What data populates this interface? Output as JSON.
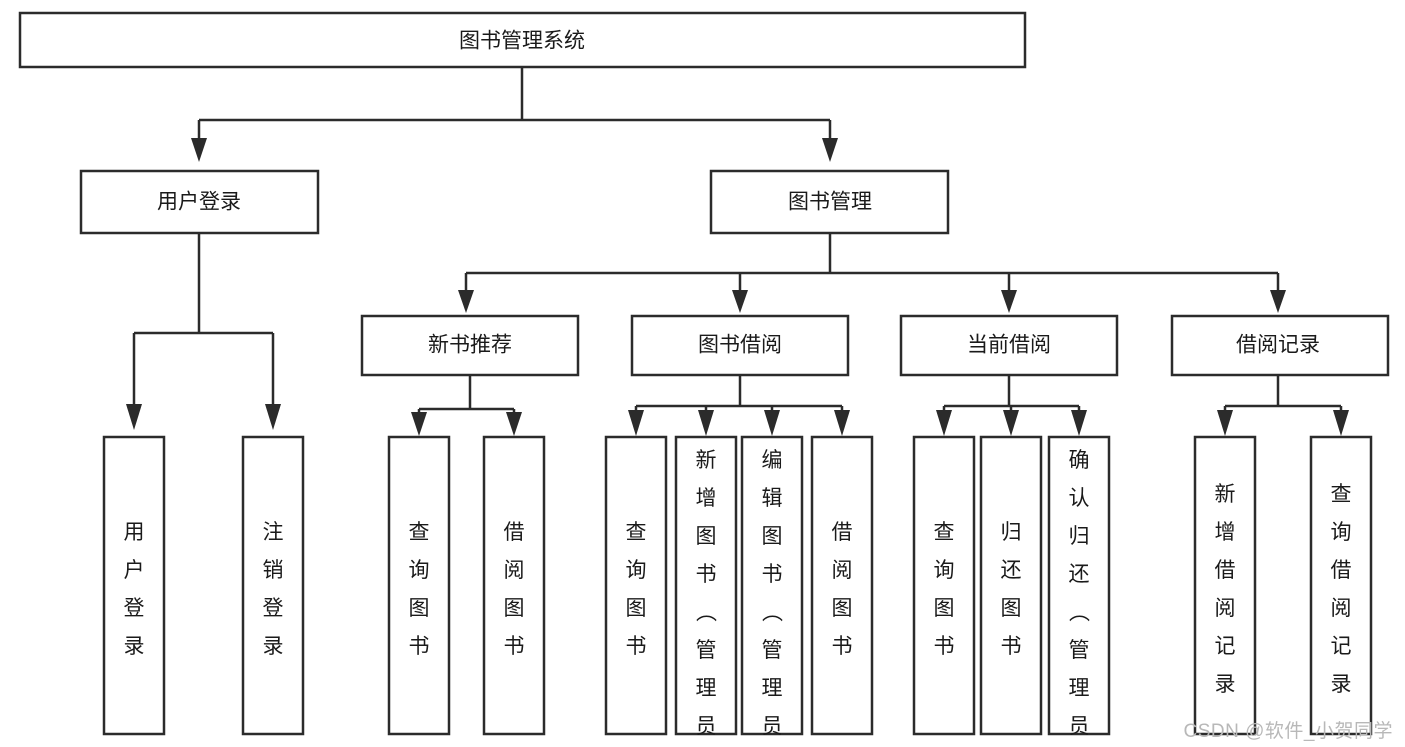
{
  "diagram": {
    "title": "图书管理系统",
    "type": "tree-hierarchy-diagram",
    "colors": {
      "box_stroke": "#2b2b2b",
      "box_fill": "#ffffff",
      "connector": "#2b2b2b",
      "text": "#1a1a1a",
      "watermark": "#b8b8b8",
      "background": "#ffffff"
    },
    "root": {
      "label": "图书管理系统"
    },
    "level2": [
      {
        "label": "用户登录"
      },
      {
        "label": "图书管理"
      }
    ],
    "level3": [
      {
        "label": "新书推荐"
      },
      {
        "label": "图书借阅"
      },
      {
        "label": "当前借阅"
      },
      {
        "label": "借阅记录"
      }
    ],
    "leaves": {
      "user_login": [
        {
          "label": "用户登录"
        },
        {
          "label": "注销登录"
        }
      ],
      "new_book_recommend": [
        {
          "label": "查询图书"
        },
        {
          "label": "借阅图书"
        }
      ],
      "book_borrow": [
        {
          "label": "查询图书"
        },
        {
          "label": "新增图书（管理员）"
        },
        {
          "label": "编辑图书（管理员）"
        },
        {
          "label": "借阅图书"
        }
      ],
      "current_borrow": [
        {
          "label": "查询图书"
        },
        {
          "label": "归还图书"
        },
        {
          "label": "确认归还（管理员）"
        }
      ],
      "borrow_record": [
        {
          "label": "新增借阅记录"
        },
        {
          "label": "查询借阅记录"
        }
      ]
    }
  },
  "watermark": {
    "text": "CSDN @软件_小贺同学"
  }
}
